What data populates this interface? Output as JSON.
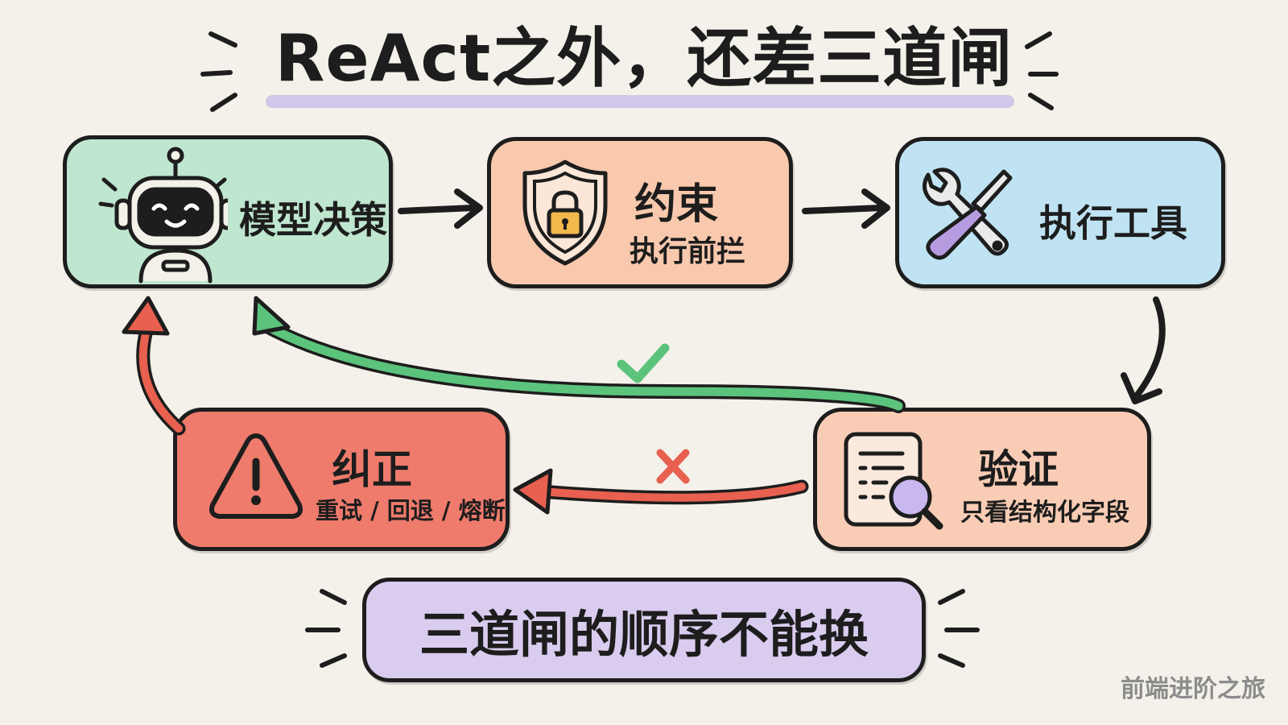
{
  "title": "ReAct之外，还差三道闸",
  "nodes": {
    "decision": {
      "label": "模型决策"
    },
    "constraint": {
      "label": "约束",
      "sub": "执行前拦"
    },
    "execute": {
      "label": "执行工具"
    },
    "verify": {
      "label": "验证",
      "sub": "只看结构化字段"
    },
    "correct": {
      "label": "纠正",
      "sub": "重试 / 回退 / 熔断"
    }
  },
  "banner": "三道闸的顺序不能换",
  "watermark": "前端进阶之旅",
  "colors": {
    "decision": "#bfe6cf",
    "constraint": "#f9c9ad",
    "execute": "#bfe3f2",
    "verify": "#f9cdb5",
    "correct": "#ef7b6c",
    "banner": "#d9ccef",
    "success_arrow": "#5cc37c",
    "fail_arrow": "#e8604f"
  },
  "icons": {
    "decision": "robot-icon",
    "constraint": "shield-lock-icon",
    "execute": "tools-icon",
    "verify": "document-search-icon",
    "correct": "warning-icon",
    "success": "check-icon",
    "fail": "cross-icon"
  }
}
